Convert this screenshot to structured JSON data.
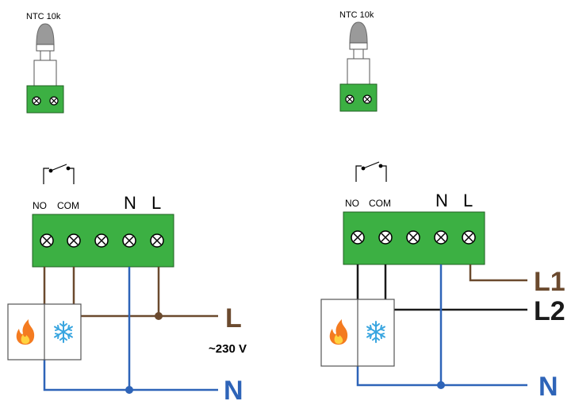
{
  "colors": {
    "terminal_green": "#3cb043",
    "phase_brown": "#6b4a2e",
    "neutral_blue": "#2e64b8",
    "wire_black": "#1a1a1a",
    "sensor_grey": "#9a9a9a"
  },
  "left_diagram": {
    "sensor_label": "NTC 10k",
    "relay_no_label": "NO",
    "relay_com_label": "COM",
    "terminal_n_label": "N",
    "terminal_l_label": "L",
    "line_label": "L",
    "voltage_label": "~230 V",
    "neutral_label": "N",
    "icons": [
      "flame-icon",
      "snowflake-icon"
    ]
  },
  "right_diagram": {
    "sensor_label": "NTC 10k",
    "relay_no_label": "NO",
    "relay_com_label": "COM",
    "terminal_n_label": "N",
    "terminal_l_label": "L",
    "line1_label": "L1",
    "line2_label": "L2",
    "neutral_label": "N",
    "icons": [
      "flame-icon",
      "snowflake-icon"
    ]
  }
}
